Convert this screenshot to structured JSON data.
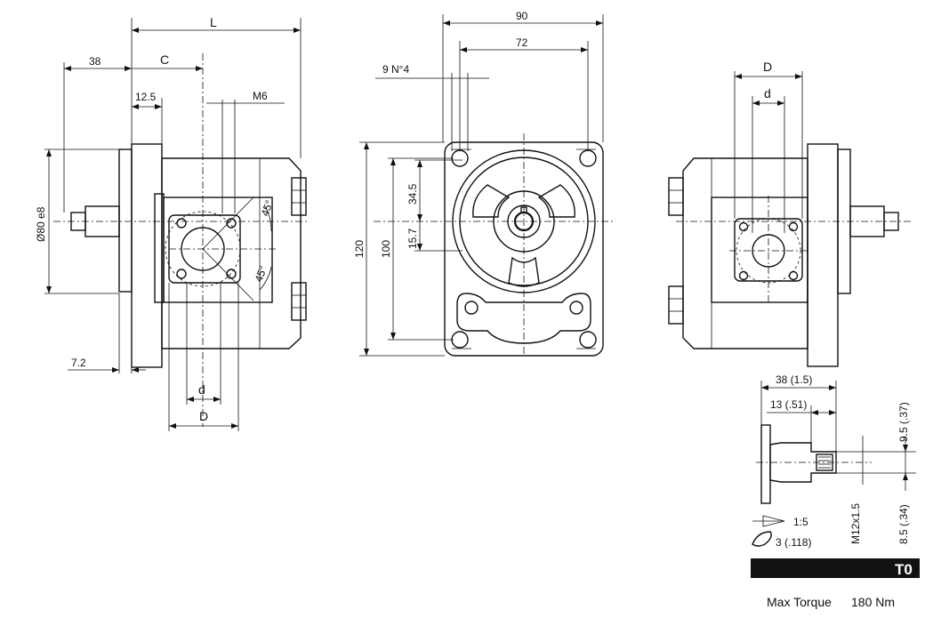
{
  "dimensions": {
    "L": "L",
    "d38": "38",
    "C": "C",
    "d12_5": "12.5",
    "M6": "M6",
    "dia80": "Ø80 e8",
    "angle45a": "45°",
    "angle45b": "45°",
    "d7_2": "7.2",
    "d_left": "d",
    "D_left": "D",
    "d90": "90",
    "d72": "72",
    "holes": "9 N°4",
    "d34_5": "34.5",
    "d15_7": "15.7",
    "d120": "120",
    "d100": "100",
    "D_right": "D",
    "d_right": "d"
  },
  "shaft_detail": {
    "len38": "38 (1.5)",
    "len13": "13 (.51)",
    "h9_5": "9.5 (.37)",
    "h8_5": "8.5 (.34)",
    "thread": "M12x1.5",
    "taper": "1:5",
    "key": "3  (.118)"
  },
  "badge": {
    "label": "T0",
    "color": "#111111"
  },
  "torque_label": "Max Torque",
  "torque_value": "180 Nm"
}
